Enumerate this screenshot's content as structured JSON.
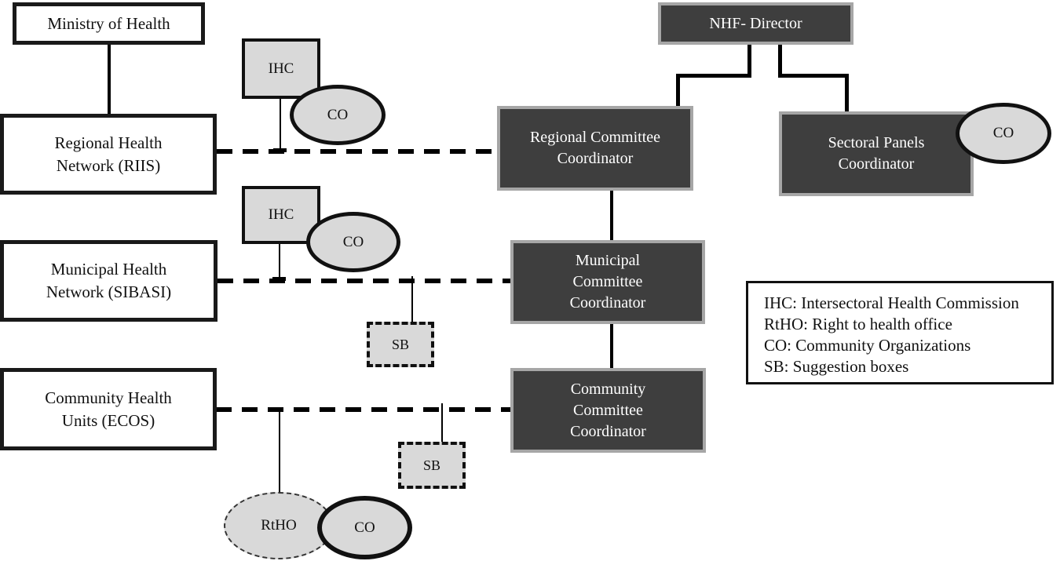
{
  "diagram": {
    "nodes": {
      "ministry_of_health": {
        "lines": [
          "Ministry of Health"
        ]
      },
      "regional_health_network": {
        "lines": [
          "Regional Health",
          "Network (RIIS)"
        ]
      },
      "municipal_health_network": {
        "lines": [
          "Municipal Health",
          "Network (SIBASI)"
        ]
      },
      "community_health_units": {
        "lines": [
          "Community Health",
          "Units (ECOS)"
        ]
      },
      "nhf_director": {
        "lines": [
          "NHF- Director"
        ]
      },
      "regional_committee_coordinator": {
        "lines": [
          "Regional Committee",
          "Coordinator"
        ]
      },
      "municipal_committee_coordinator": {
        "lines": [
          "Municipal",
          "Committee",
          "Coordinator"
        ]
      },
      "community_committee_coordinator": {
        "lines": [
          "Community",
          "Committee",
          "Coordinator"
        ]
      },
      "sectoral_panels_coordinator": {
        "lines": [
          "Sectoral Panels",
          "Coordinator"
        ]
      },
      "ihc_regional": {
        "lines": [
          "IHC"
        ]
      },
      "ihc_municipal": {
        "lines": [
          "IHC"
        ]
      },
      "co_regional": {
        "lines": [
          "CO"
        ]
      },
      "co_municipal": {
        "lines": [
          "CO"
        ]
      },
      "co_community": {
        "lines": [
          "CO"
        ]
      },
      "co_sectoral": {
        "lines": [
          "CO"
        ]
      },
      "rtho": {
        "lines": [
          "RtHO"
        ]
      },
      "sb_municipal": {
        "lines": [
          "SB"
        ]
      },
      "sb_community": {
        "lines": [
          "SB"
        ]
      }
    },
    "legend": {
      "lines": [
        "IHC: Intersectoral Health Commission",
        "RtHO: Right to health office",
        "CO: Community Organizations",
        "SB: Suggestion boxes"
      ]
    },
    "colors": {
      "dark_box_fill": "#3E3E3E",
      "dark_box_border": "#A6A6A6",
      "light_fill": "#D9D9D9",
      "box_border": "#1A1A1A",
      "line_color": "#000000",
      "background": "#FFFFFF"
    }
  }
}
